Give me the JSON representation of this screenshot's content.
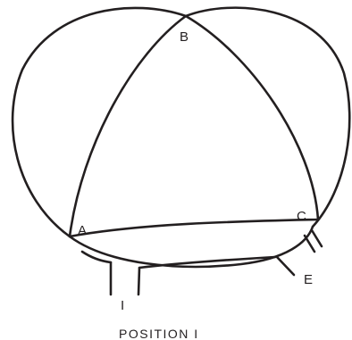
{
  "diagram": {
    "points": {
      "a": "A",
      "b": "B",
      "c": "C",
      "e": "E",
      "i": "I"
    },
    "caption": "POSITION I"
  }
}
